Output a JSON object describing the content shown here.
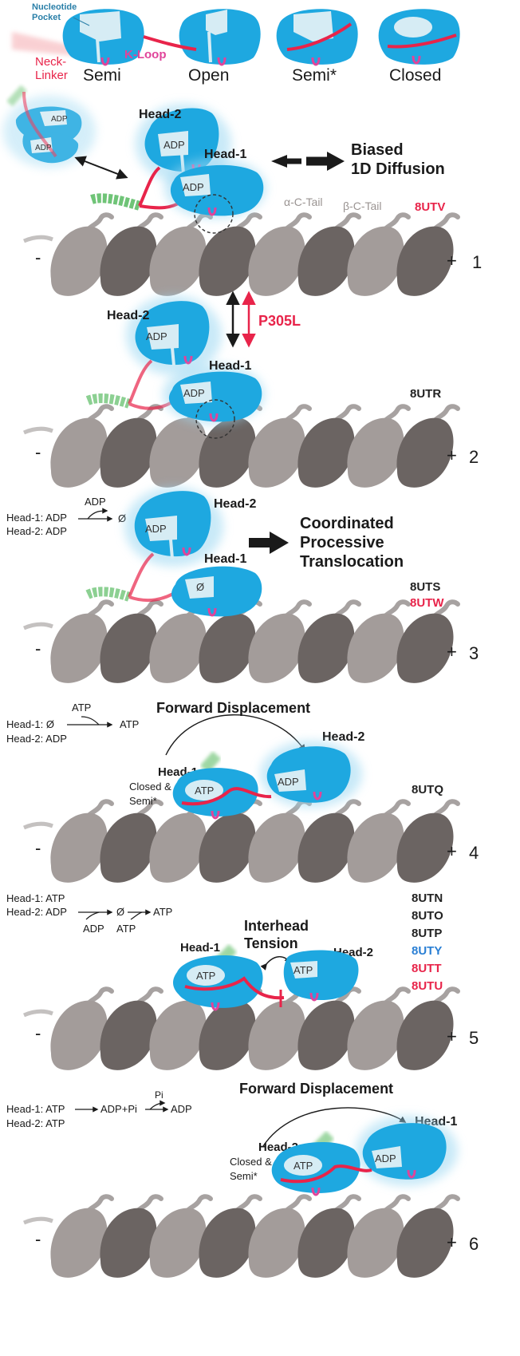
{
  "colors": {
    "head_blue": "#1ea8e0",
    "pocket": "#d6ecf4",
    "neck_linker": "#e8244a",
    "k_loop": "#e0449a",
    "tubulin_light": "#a39c9a",
    "tubulin_dark": "#6b6462",
    "coiled_coil_green": "#3fb04a",
    "pdb_red": "#e8244a",
    "pdb_blue": "#2a7fd4",
    "pdb_black": "#222222"
  },
  "legend": {
    "nucleotide_pocket": [
      "Nucleotide",
      "Pocket"
    ],
    "neck_linker": [
      "Neck-",
      "Linker"
    ],
    "k_loop": "K-Loop",
    "states": [
      "Semi",
      "Open",
      "Semi*",
      "Closed"
    ]
  },
  "microtubule": {
    "minus": "-",
    "plus": "+"
  },
  "panels": [
    {
      "number": "1",
      "head2": "Head-2",
      "head1": "Head-1",
      "nucleotides": [
        "ADP",
        "ADP",
        "ADP",
        "ADP"
      ],
      "process": [
        "Biased",
        "1D Diffusion"
      ],
      "tails": [
        "α-C-Tail",
        "β-C-Tail"
      ],
      "pdb": [
        {
          "id": "8UTV",
          "color": "#e8244a"
        }
      ]
    },
    {
      "number": "2",
      "head2": "Head-2",
      "head1": "Head-1",
      "nucleotides": [
        "ADP",
        "ADP"
      ],
      "mutation": "P305L",
      "pdb": [
        {
          "id": "8UTR",
          "color": "#222222"
        }
      ]
    },
    {
      "number": "3",
      "head2": "Head-2",
      "head1": "Head-1",
      "nucleotides": [
        "ADP",
        "Ø"
      ],
      "reaction": [
        "Head-1: ADP",
        "ADP",
        "Ø",
        "Head-2: ADP"
      ],
      "process": [
        "Coordinated",
        "Processive",
        "Translocation"
      ],
      "pdb": [
        {
          "id": "8UTS",
          "color": "#222222"
        },
        {
          "id": "8UTW",
          "color": "#e8244a"
        }
      ]
    },
    {
      "number": "4",
      "title": "Forward Displacement",
      "head2": "Head-2",
      "head1": "Head-1",
      "state_label": [
        "Closed &",
        "Semi*"
      ],
      "nucleotides": [
        "ATP",
        "ADP"
      ],
      "reaction": [
        "Head-1:  Ø",
        "ATP",
        "ATP",
        "Head-2: ADP"
      ],
      "pdb": [
        {
          "id": "8UTQ",
          "color": "#222222"
        }
      ]
    },
    {
      "number": "5",
      "title": [
        "Interhead",
        "Tension"
      ],
      "head1": "Head-1",
      "head2": "Head-2",
      "nucleotides": [
        "ATP",
        "ATP"
      ],
      "reaction": [
        "Head-1: ATP",
        "Head-2: ADP",
        "Ø",
        "ATP",
        "ADP",
        "ATP"
      ],
      "pdb": [
        {
          "id": "8UTN",
          "color": "#222222"
        },
        {
          "id": "8UTO",
          "color": "#222222"
        },
        {
          "id": "8UTP",
          "color": "#222222"
        },
        {
          "id": "8UTY",
          "color": "#2a7fd4"
        },
        {
          "id": "8UTT",
          "color": "#e8244a"
        },
        {
          "id": "8UTU",
          "color": "#e8244a"
        }
      ]
    },
    {
      "number": "6",
      "title": "Forward Displacement",
      "head2": "Head-2",
      "head1": "Head-1",
      "state_label": [
        "Closed &",
        "Semi*"
      ],
      "nucleotides": [
        "ATP",
        "ADP"
      ],
      "reaction": [
        "Head-1: ATP",
        "ADP+Pi",
        "Pi",
        "ADP",
        "Head-2: ATP"
      ]
    }
  ]
}
